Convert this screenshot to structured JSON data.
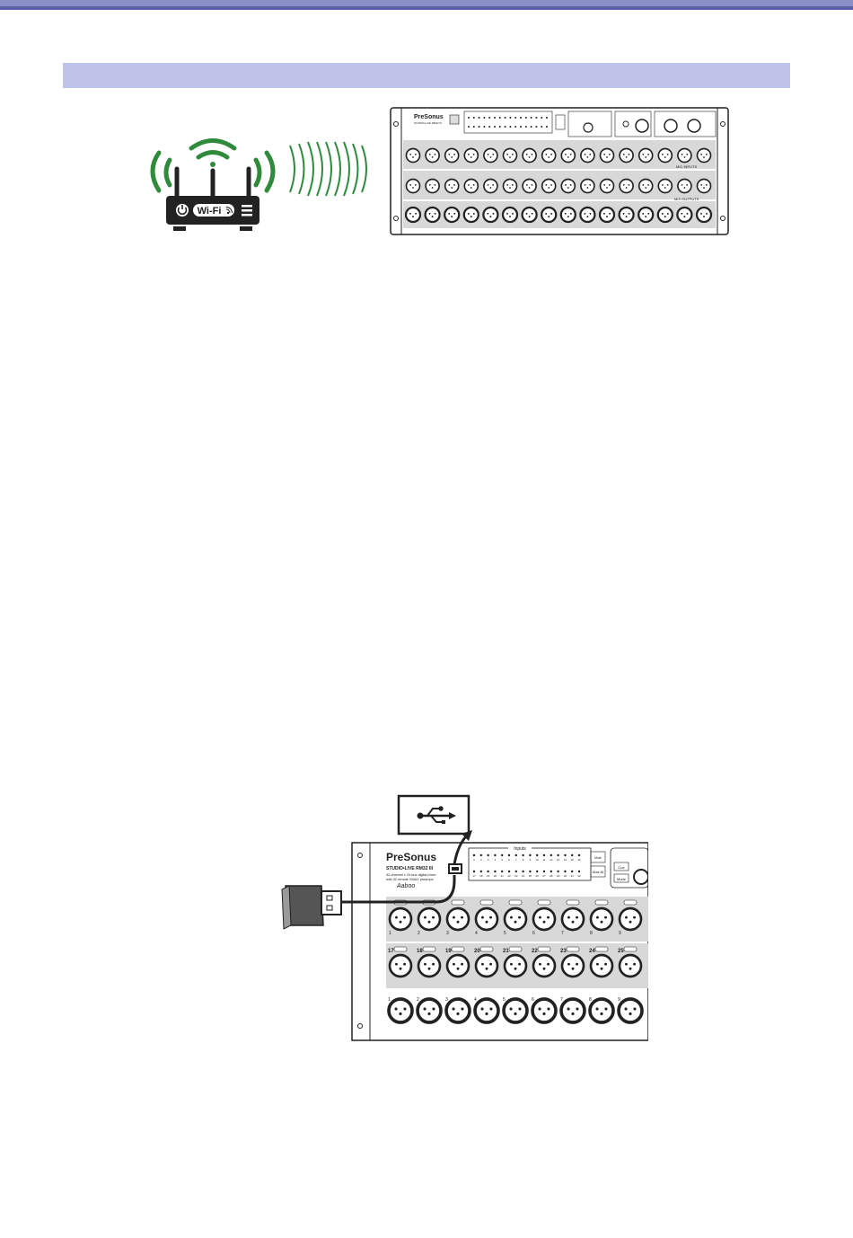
{
  "router": {
    "wifi_label": "Wi-Fi",
    "power_icon": "power-icon",
    "feed_icon": "rss-icon",
    "menu_icon": "menu-icon",
    "signal_color": "#2f8a3c"
  },
  "mixer": {
    "brand": "PreSonus",
    "model": "STUDIO•LIVE RM32 III",
    "tagline_1": "32-channel x 20-bus digital mixer",
    "tagline_2": "with 32 remote XMAX preamps",
    "signature": "Aaboo",
    "inputs_label": "Inputs",
    "mic_inputs_label": "MIC INPUTS",
    "mix_outputs_label": "MIX OUTPUTS",
    "cue_label": "Cue",
    "mode_label": "Mode",
    "mute_all_label": "Mute All",
    "mute_label": "Mute",
    "input_row_1": [
      "1",
      "2",
      "3",
      "4",
      "5",
      "6",
      "7",
      "8",
      "9",
      "10",
      "11",
      "12",
      "13",
      "14",
      "15",
      "16"
    ],
    "input_row_2": [
      "17",
      "18",
      "19",
      "20",
      "21",
      "22",
      "23",
      "24",
      "25",
      "26",
      "27",
      "28",
      "29",
      "30",
      "31",
      "32"
    ],
    "usb_row_1": [
      "1",
      "2",
      "3",
      "4",
      "5",
      "6",
      "7",
      "8",
      "9"
    ],
    "usb_row_2": [
      "17",
      "18",
      "19",
      "20",
      "21",
      "22",
      "23",
      "24",
      "25"
    ],
    "usb_out_row": [
      "1",
      "2",
      "3",
      "4",
      "5",
      "6",
      "7",
      "8",
      "9"
    ]
  },
  "usb_callout": {
    "icon": "usb-icon"
  }
}
